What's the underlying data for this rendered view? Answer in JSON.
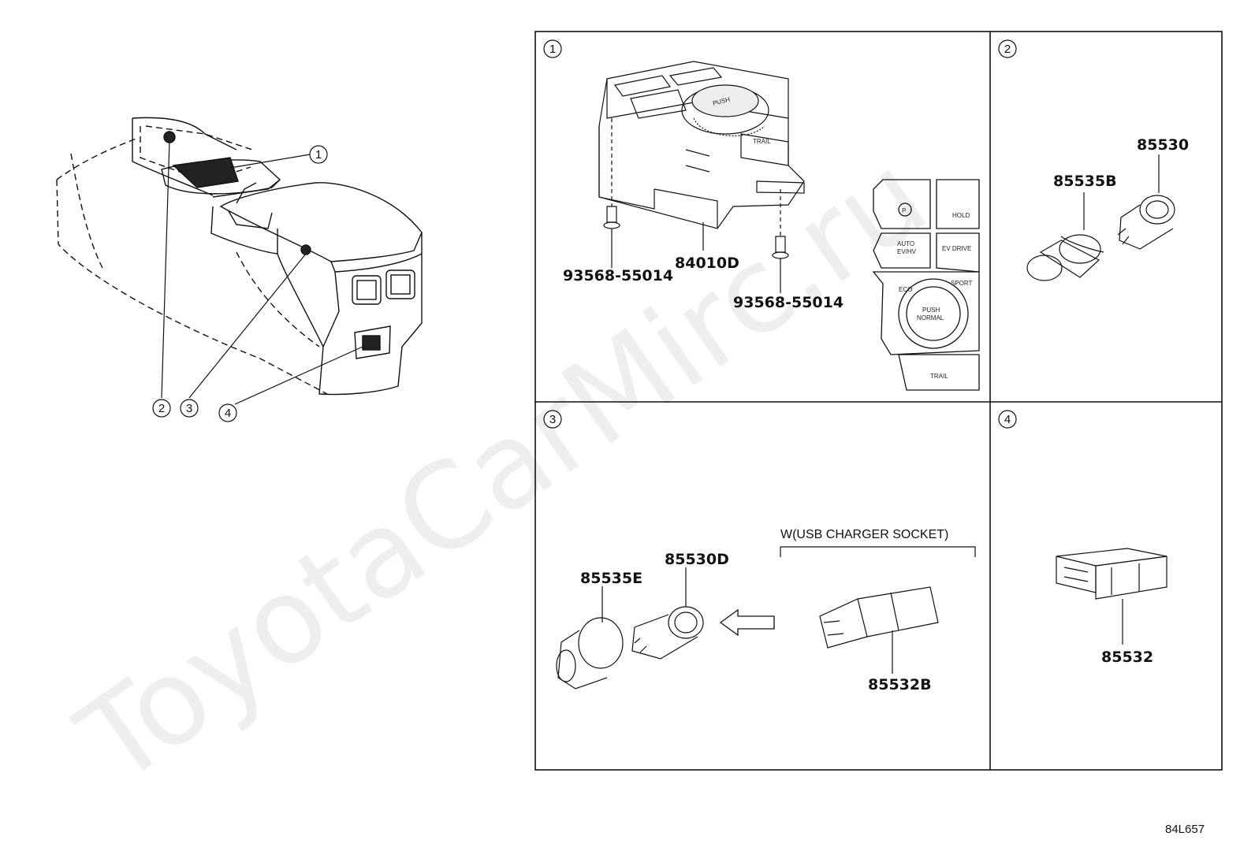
{
  "watermark": "ToyotaCarMirc.ru",
  "diagram_code": "84L657",
  "overview_callouts": [
    "1",
    "2",
    "3",
    "4"
  ],
  "panels": [
    {
      "id": "1",
      "parts": [
        "93568-55014",
        "84010D",
        "93568-55014"
      ],
      "switch_labels": {
        "auto": "AUTO",
        "evhv": "EV/HV",
        "eco": "ECO",
        "sport": "SPORT",
        "push": "PUSH",
        "normal": "NORMAL",
        "trail": "TRAIL",
        "hold": "HOLD",
        "ev_drive": "EV DRIVE"
      }
    },
    {
      "id": "2",
      "parts": [
        "85535B",
        "85530"
      ]
    },
    {
      "id": "3",
      "parts": [
        "85535E",
        "85530D",
        "85532B"
      ],
      "note": "W(USB CHARGER SOCKET)"
    },
    {
      "id": "4",
      "parts": [
        "85532"
      ]
    }
  ]
}
